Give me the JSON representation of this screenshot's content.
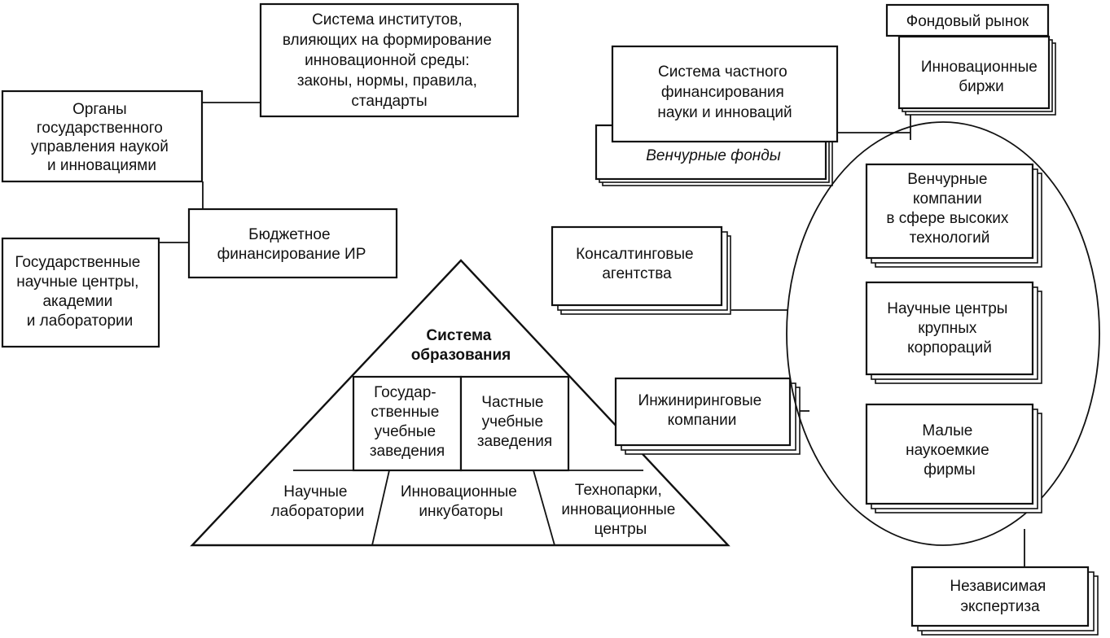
{
  "nodes": {
    "institutions_system": {
      "lines": [
        "Система институтов,",
        "влияющих на формирование",
        "инновационной среды:",
        "законы, нормы, правила,",
        "стандарты"
      ]
    },
    "gov_bodies": {
      "lines": [
        "Органы",
        "государственного",
        "управления наукой",
        "и инновациями"
      ]
    },
    "budget_funding": {
      "lines": [
        "Бюджетное",
        "финансирование ИР"
      ]
    },
    "state_science_centers": {
      "lines": [
        "Государственные",
        "научные центры,",
        "академии",
        "и лаборатории"
      ]
    },
    "education_system": {
      "lines": [
        "Система",
        "образования"
      ]
    },
    "state_schools": {
      "lines": [
        "Государ-",
        "ственные",
        "учебные",
        "заведения"
      ]
    },
    "private_schools": {
      "lines": [
        "Частные",
        "учебные",
        "заведения"
      ]
    },
    "science_labs": {
      "lines": [
        "Научные",
        "лаборатории"
      ]
    },
    "innovation_incubators": {
      "lines": [
        "Инновационные",
        "инкубаторы"
      ]
    },
    "technoparks": {
      "lines": [
        "Технопарки,",
        "инновационные",
        "центры"
      ]
    },
    "private_funding": {
      "lines": [
        "Система частного",
        "финансирования",
        "науки и инноваций"
      ]
    },
    "venture_funds": {
      "lines": [
        "Венчурные фонды"
      ]
    },
    "stock_market": {
      "lines": [
        "Фондовый рынок"
      ]
    },
    "innovation_exchanges": {
      "lines": [
        "Инновационные",
        "биржи"
      ]
    },
    "consulting_agencies": {
      "lines": [
        "Консалтинговые",
        "агентства"
      ]
    },
    "engineering_companies": {
      "lines": [
        "Инжиниринговые",
        "компании"
      ]
    },
    "venture_companies": {
      "lines": [
        "Венчурные",
        "компании",
        "в сфере высоких",
        "технологий"
      ]
    },
    "corporate_science_centers": {
      "lines": [
        "Научные центры",
        "крупных",
        "корпораций"
      ]
    },
    "small_firms": {
      "lines": [
        "Малые",
        "наукоемкие",
        "фирмы"
      ]
    },
    "independent_expertise": {
      "lines": [
        "Независимая",
        "экспертиза"
      ]
    }
  }
}
